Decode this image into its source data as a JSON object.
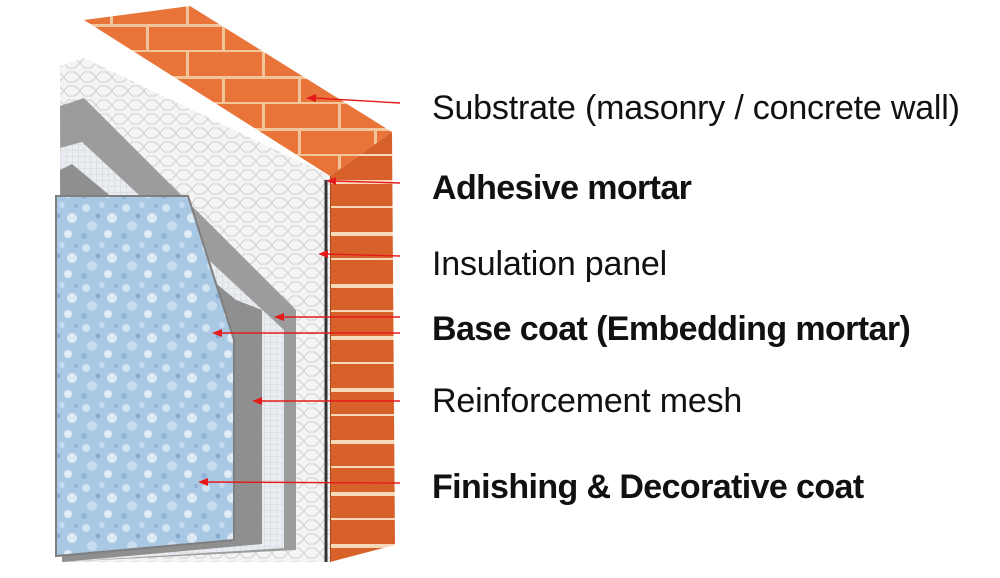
{
  "labels": [
    {
      "id": "substrate",
      "text": "Substrate (masonry / concrete wall)",
      "emphasis": "normal"
    },
    {
      "id": "adhesive",
      "text": "Adhesive mortar",
      "emphasis": "bold"
    },
    {
      "id": "insulation",
      "text": "Insulation panel",
      "emphasis": "normal"
    },
    {
      "id": "basecoat",
      "text": "Base coat (Embedding mortar)",
      "emphasis": "bold"
    },
    {
      "id": "mesh",
      "text": "Reinforcement mesh",
      "emphasis": "normal"
    },
    {
      "id": "finish",
      "text": "Finishing & Decorative coat",
      "emphasis": "bold"
    }
  ],
  "colors": {
    "brick": "#e8743a",
    "brick_side": "#d35f24",
    "mortar_joint": "#f2d2a8",
    "insulation": "#f2f2f2",
    "base_coat": "#9a9a9a",
    "mesh": "#e4e8ec",
    "finish": "#a9c9e6",
    "arrow": "#e51b1b"
  }
}
